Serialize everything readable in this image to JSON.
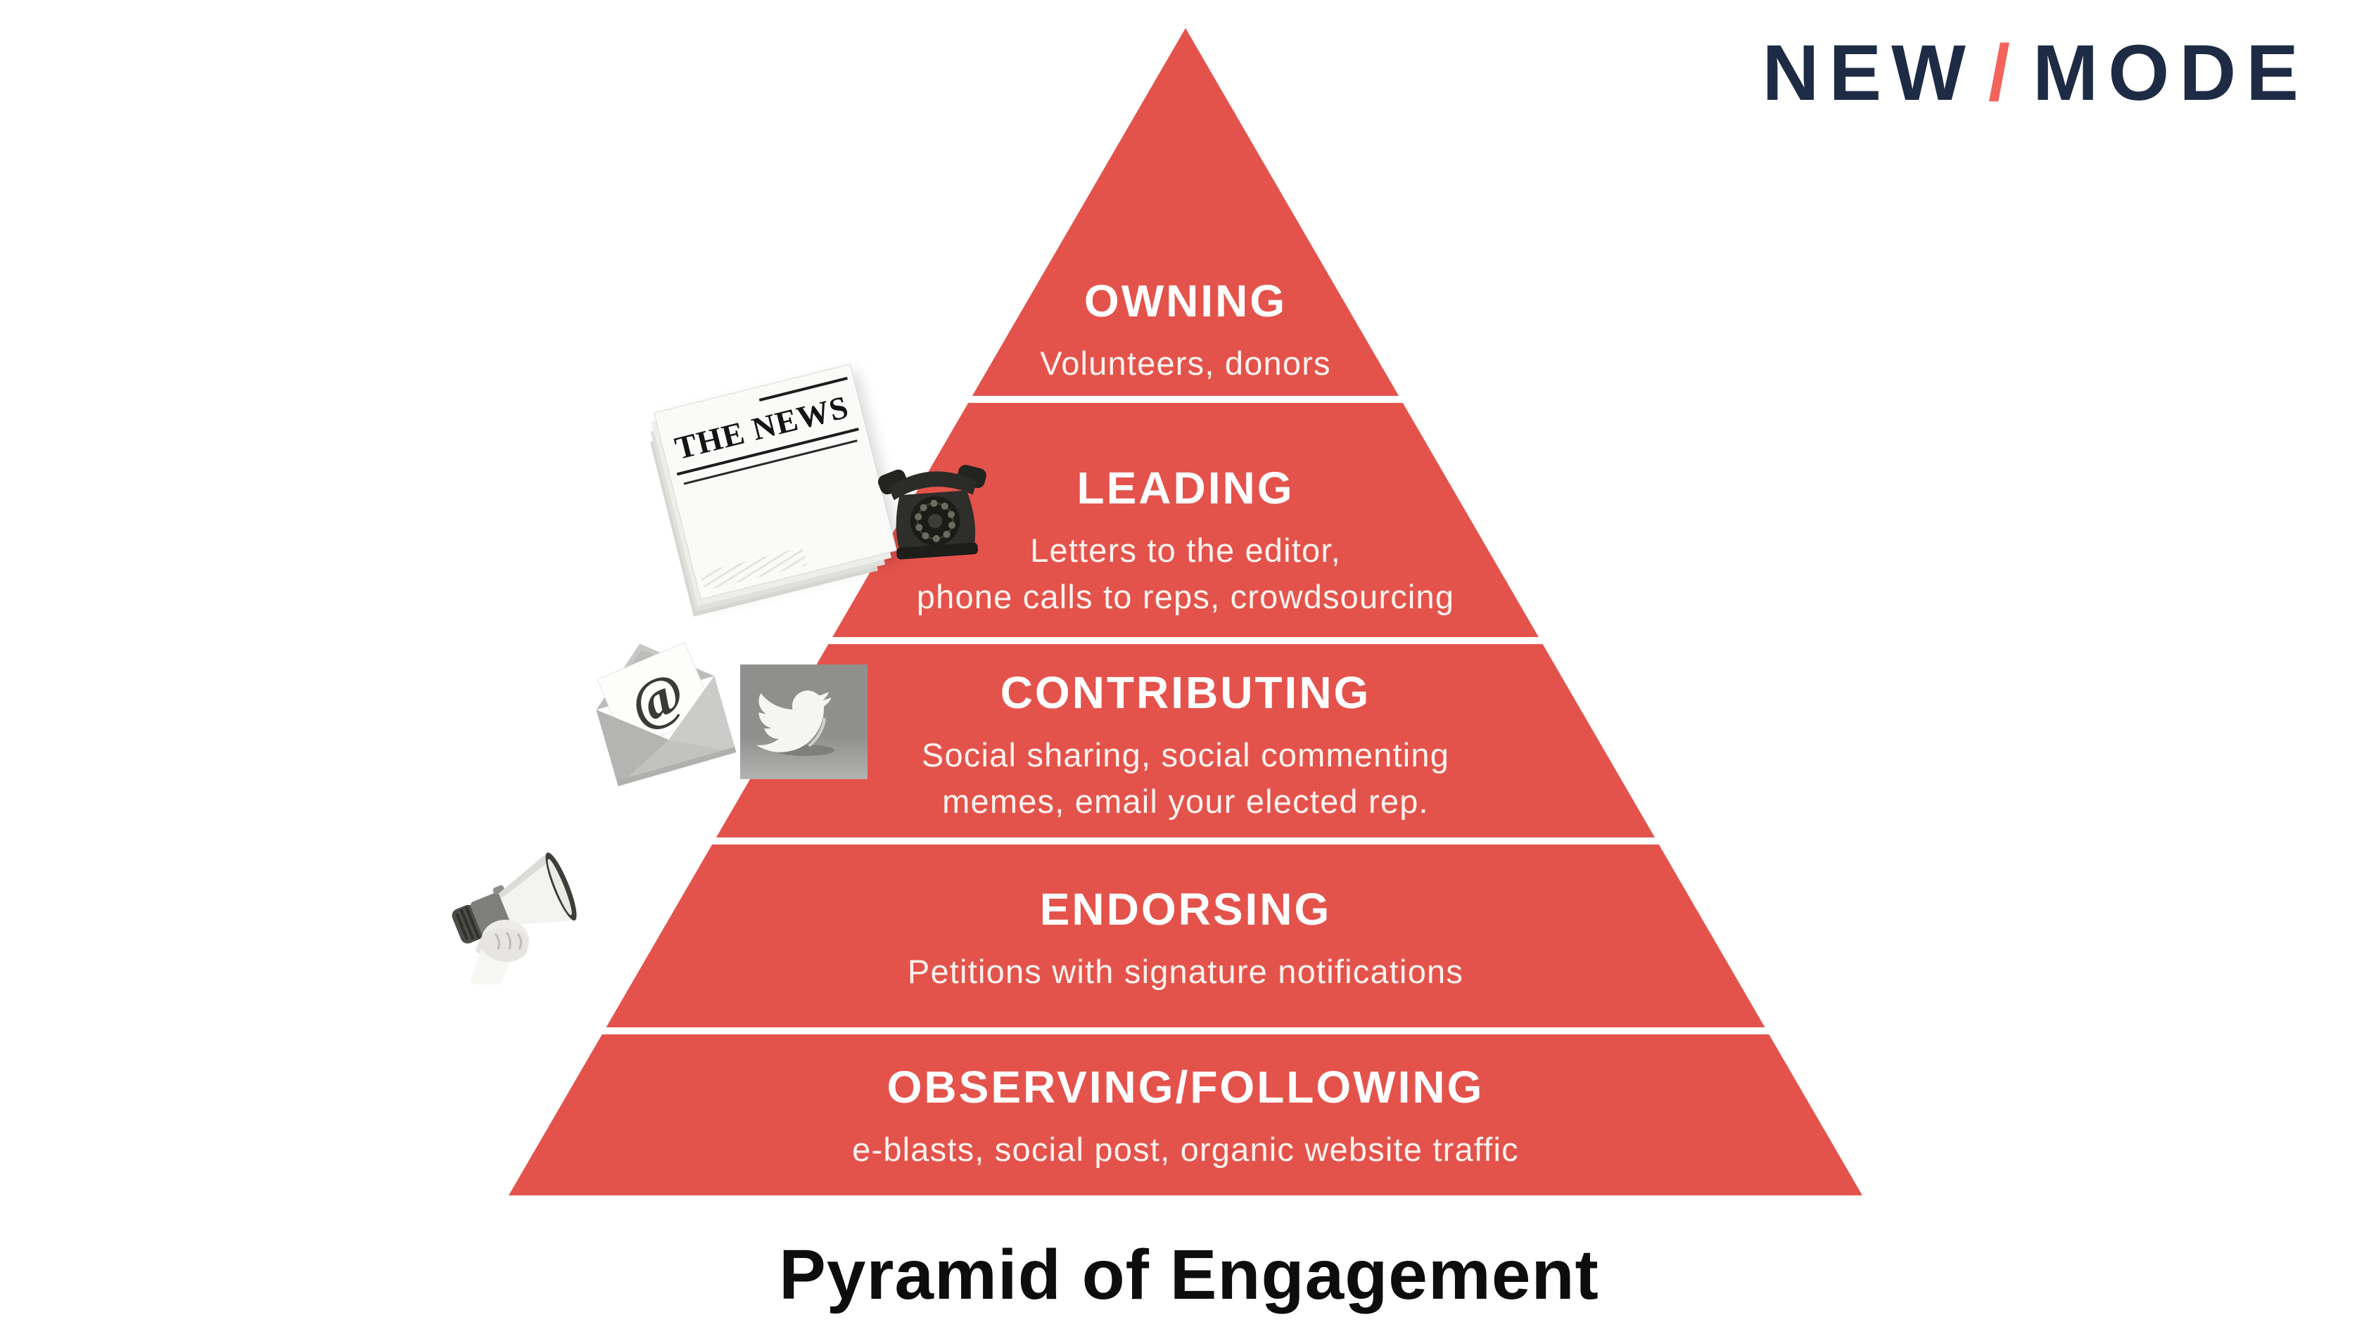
{
  "logo": {
    "word1": "NEW",
    "slash": "/",
    "word2": "MODE",
    "navy_color": "#1d2b45",
    "coral_color": "#f2635c"
  },
  "caption": {
    "text": "Pyramid of Engagement",
    "color": "#0d0d0d"
  },
  "pyramid": {
    "fill_color": "#e4534b",
    "text_color": "#ffffff",
    "tiers": [
      {
        "title": "OWNING",
        "lines": [
          "Volunteers, donors"
        ]
      },
      {
        "title": "LEADING",
        "lines": [
          "Letters to the editor,",
          "phone calls to reps, crowdsourcing"
        ]
      },
      {
        "title": "CONTRIBUTING",
        "lines": [
          "Social sharing, social commenting",
          "memes, email your elected rep."
        ]
      },
      {
        "title": "ENDORSING",
        "lines": [
          "Petitions with signature notifications"
        ]
      },
      {
        "title": "OBSERVING/FOLLOWING",
        "lines": [
          "e-blasts, social post, organic website traffic"
        ]
      }
    ]
  },
  "images": {
    "newspaper_masthead": "THE NEWS",
    "at_symbol": "@",
    "icon_names": [
      "newspaper-icon",
      "rotary-phone-icon",
      "envelope-email-icon",
      "twitter-bird-icon",
      "megaphone-icon"
    ]
  }
}
